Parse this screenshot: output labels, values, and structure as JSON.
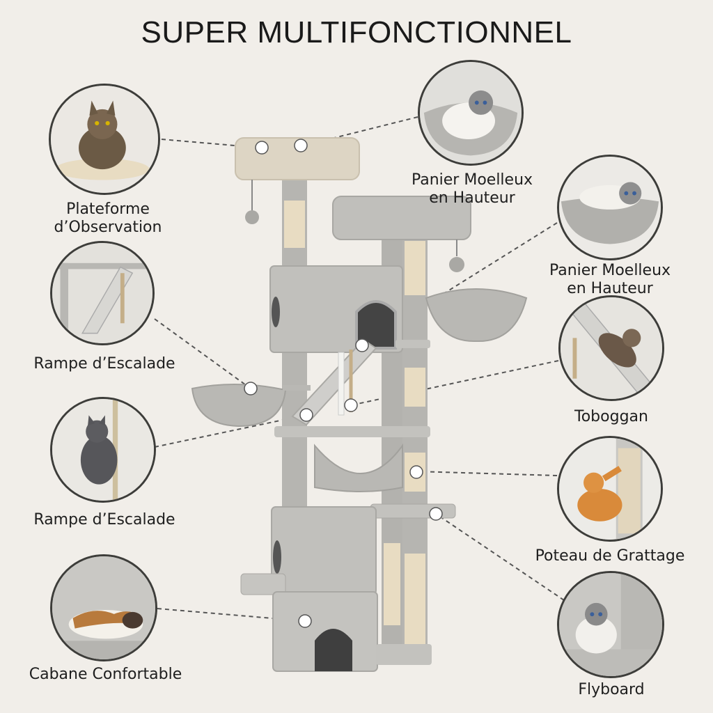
{
  "title": "SUPER MULTIFONCTIONNEL",
  "features": {
    "plateforme": {
      "line1": "Plateforme",
      "line2": "d’Observation",
      "icon": "cat-on-platform"
    },
    "rampe1": {
      "label": "Rampe d’Escalade",
      "icon": "ramp"
    },
    "rampe2": {
      "label": "Rampe d’Escalade",
      "icon": "cat-climbing-rope"
    },
    "cabane": {
      "label": "Cabane Confortable",
      "icon": "sleeping-cat"
    },
    "panier1": {
      "line1": "Panier Moelleux",
      "line2": "en Hauteur",
      "icon": "cat-in-basket"
    },
    "panier2": {
      "line1": "Panier Moelleux",
      "line2": "en Hauteur",
      "icon": "cat-in-basket"
    },
    "toboggan": {
      "label": "Toboggan",
      "icon": "cat-on-slide"
    },
    "poteau": {
      "label": "Poteau de Grattage",
      "icon": "cat-scratching-post"
    },
    "flyboard": {
      "label": "Flyboard",
      "icon": "cat-on-flyboard"
    }
  },
  "colors": {
    "background": "#f1eee9",
    "plush": "#bdbcb8",
    "sisal": "#e8dcc2",
    "beige": "#ddd5c4",
    "leader": "#555555"
  }
}
